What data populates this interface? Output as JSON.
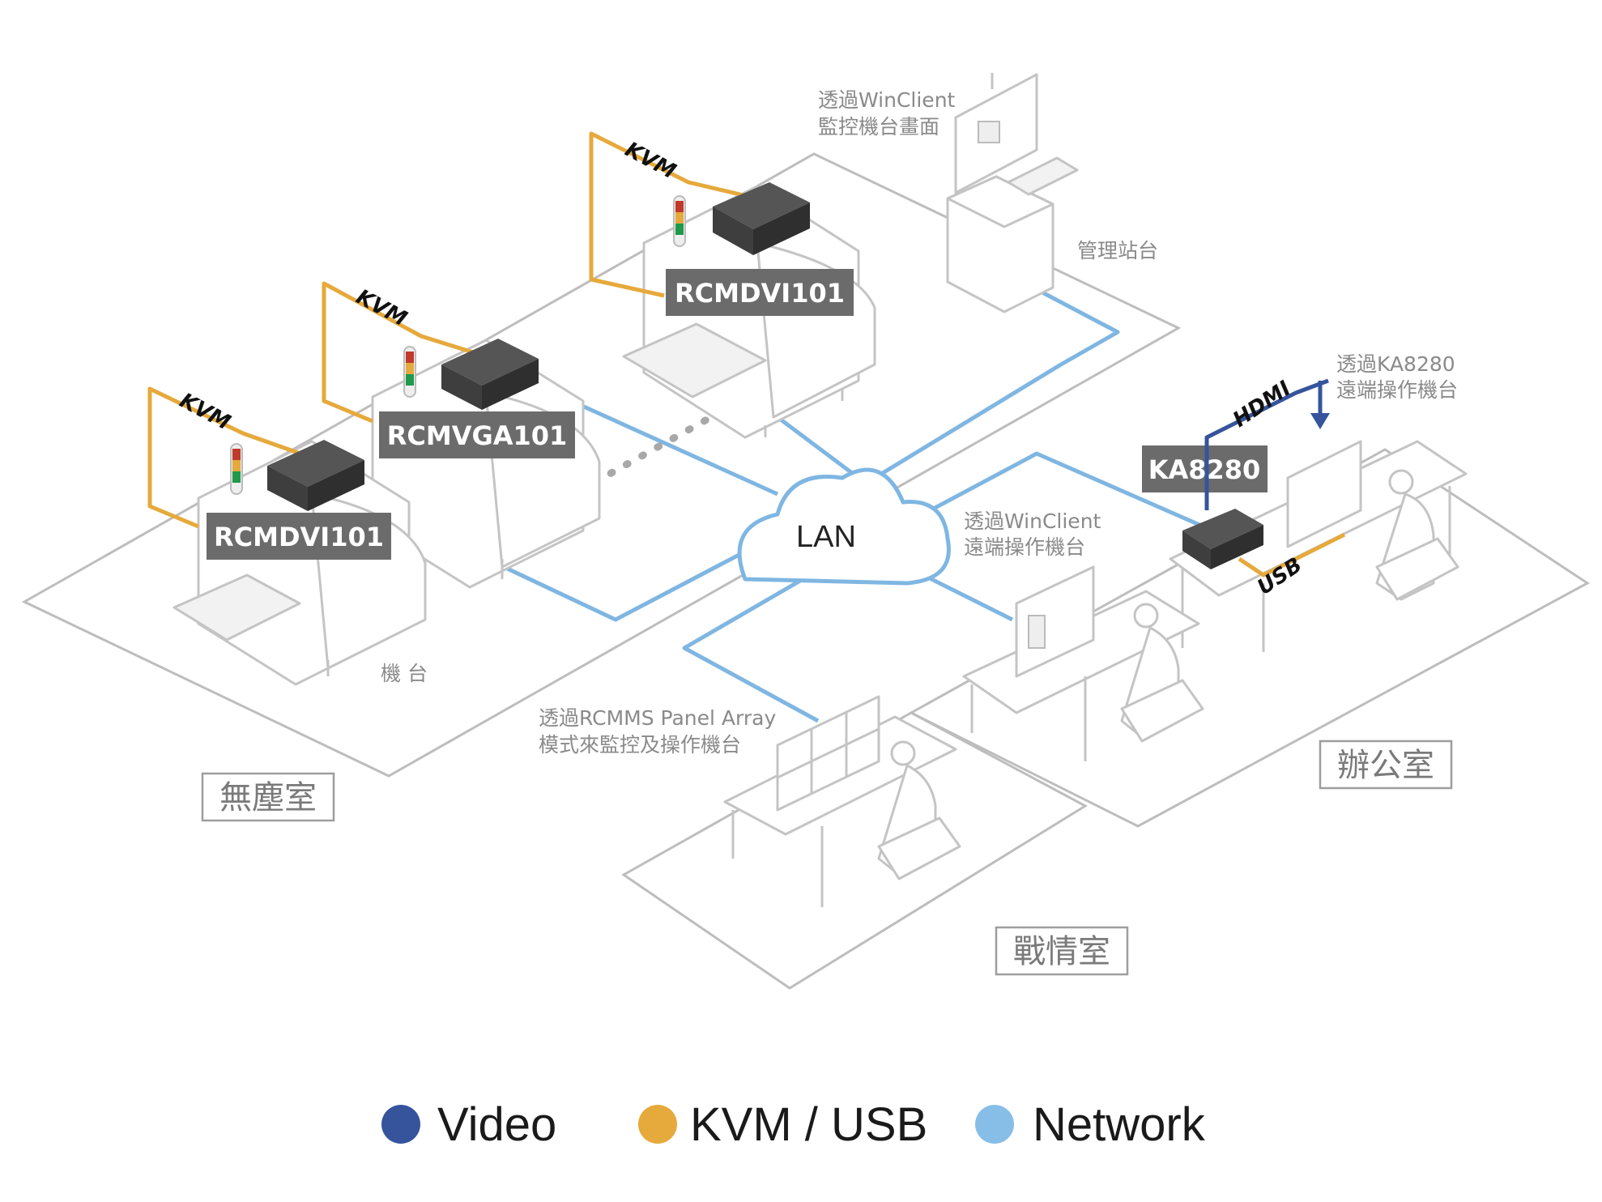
{
  "labels": {
    "winclient_monitor": [
      "透過WinClient",
      "監控機台畫面"
    ],
    "management_station": "管理站台",
    "ka8280_remote": [
      "透過KA8280",
      "遠端操作機台"
    ],
    "winclient_remote": [
      "透過WinClient",
      "遠端操作機台"
    ],
    "rcmms": [
      "透過RCMMS Panel Array",
      "模式來監控及操作機台"
    ],
    "machine": "機 台",
    "lan": "LAN",
    "kvm": "KVM",
    "hdmi": "HDMI",
    "usb": "USB"
  },
  "devices": {
    "rcmdvi101_top": "RCMDVI101",
    "rcmvga101": "RCMVGA101",
    "rcmdvi101_left": "RCMDVI101",
    "ka8280": "KA8280"
  },
  "rooms": {
    "cleanroom": "無塵室",
    "office": "辦公室",
    "warroom": "戰情室"
  },
  "legend": [
    {
      "label": "Video",
      "color": "#35549c"
    },
    {
      "label": "KVM / USB",
      "color": "#e6a93b"
    },
    {
      "label": "Network",
      "color": "#86bee8"
    }
  ]
}
